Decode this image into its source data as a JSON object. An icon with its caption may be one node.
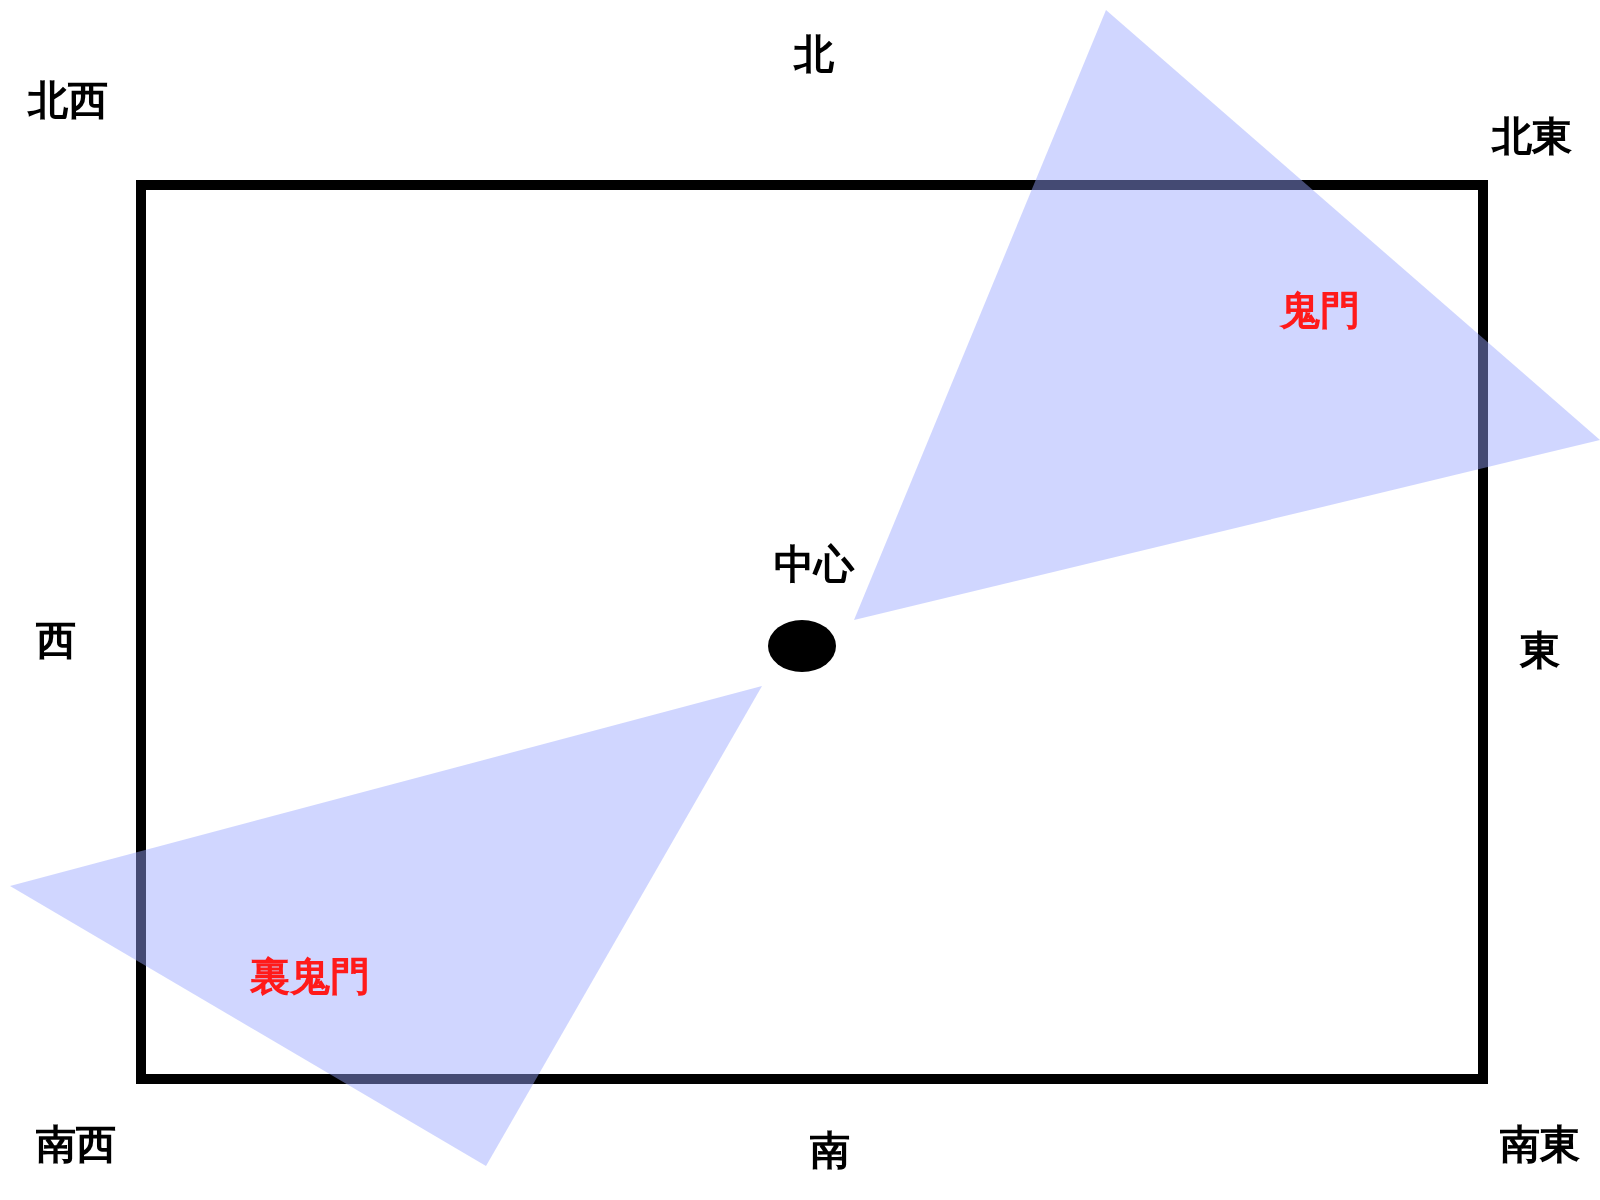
{
  "diagram": {
    "nodes": [
      {
        "text": [],
        "shape": "box"
      },
      {
        "text": [
          "鬼門"
        ]
      },
      {
        "text": [
          "中心"
        ],
        "in": 0
      },
      {
        "text": [
          "裏鬼門"
        ]
      }
    ],
    "labels": [
      "北西",
      "北",
      "北東",
      "西",
      "東",
      "南西",
      "南",
      "南東"
    ]
  }
}
